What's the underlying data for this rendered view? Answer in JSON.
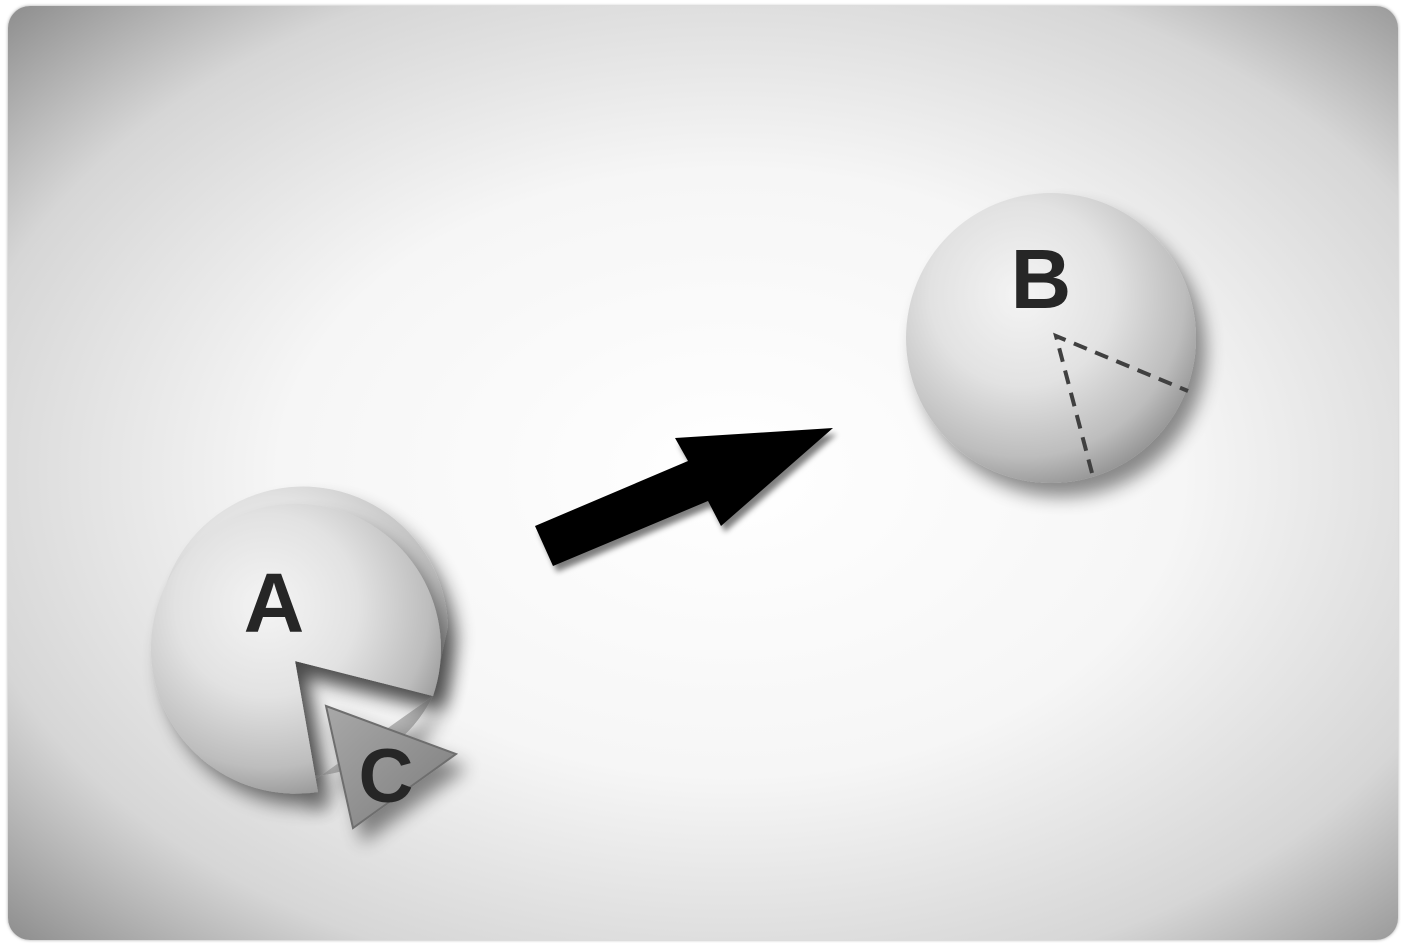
{
  "diagram": {
    "labels": {
      "sphere_a": "A",
      "sphere_b": "B",
      "wedge_c": "C"
    },
    "colors": {
      "background_center": "#ffffff",
      "background_edge": "#8a8a8a",
      "sphere_light": "#f2f2f2",
      "sphere_dark": "#8c8c8c",
      "wedge_fill": "#8f8f8f",
      "arrow_fill": "#000000",
      "label_color": "#262626"
    },
    "icons": {
      "arrow": "arrow-right-up-icon"
    }
  }
}
